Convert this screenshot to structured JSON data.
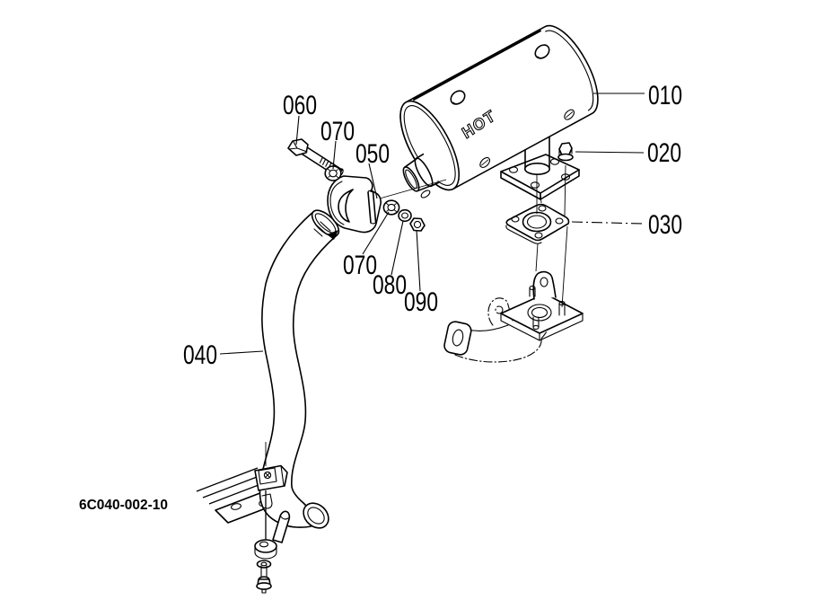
{
  "diagram": {
    "drawing_code": "6C040-002-10",
    "muffler_marking": "HOT",
    "callouts": {
      "c010": "010",
      "c020": "020",
      "c030": "030",
      "c040": "040",
      "c050": "050",
      "c060": "060",
      "c070a": "070",
      "c070b": "070",
      "c080": "080",
      "c090": "090"
    },
    "colors": {
      "line": "#000000",
      "background": "#ffffff"
    }
  }
}
